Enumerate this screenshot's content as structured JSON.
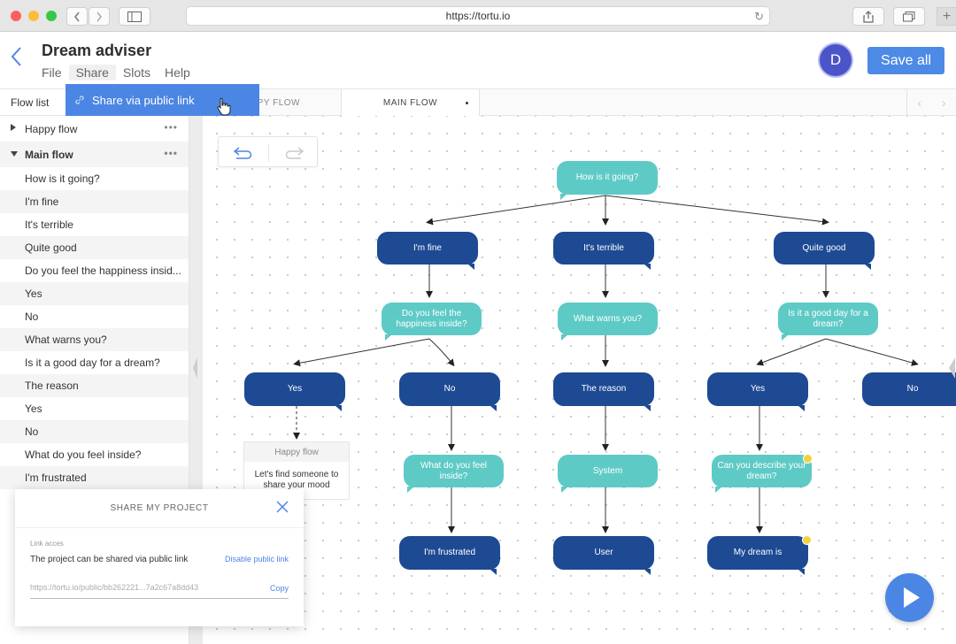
{
  "browser": {
    "url": "https://tortu.io",
    "colors": {
      "close": "#fc605c",
      "minimize": "#fdbc40",
      "maximize": "#34c84a"
    }
  },
  "header": {
    "title": "Dream adviser",
    "menu": {
      "file": "File",
      "share": "Share",
      "slots": "Slots",
      "help": "Help"
    },
    "avatar_letter": "D",
    "save_all": "Save all"
  },
  "share_dropdown": {
    "item": "Share via public link"
  },
  "sidebar": {
    "title": "Flow list",
    "groups": [
      {
        "label": "Happy flow",
        "expanded": false
      },
      {
        "label": "Main flow",
        "expanded": true
      }
    ],
    "items": [
      "How is it going?",
      "I'm fine",
      "It's terrible",
      "Quite good",
      "Do you feel the happiness insid...",
      "Yes",
      "No",
      "What warns you?",
      "Is it a good day for a dream?",
      "The reason",
      "Yes",
      "No",
      "What do you feel inside?",
      "I'm frustrated"
    ]
  },
  "tabs": {
    "happy_flow": "PPY FLOW",
    "main_flow": "MAIN FLOW"
  },
  "flow": {
    "nodes": {
      "how": "How is it going?",
      "fine": "I'm fine",
      "terrible": "It's terrible",
      "quite": "Quite good",
      "happiness": "Do you feel the happiness inside?",
      "warns": "What warns you?",
      "goodday": "Is it a good day for a dream?",
      "yes1": "Yes",
      "no1": "No",
      "reason": "The reason",
      "yes2": "Yes",
      "no2": "No",
      "feel": "What do you feel inside?",
      "system": "System",
      "describe": "Can you describe your dream?",
      "frustrated": "I'm frustrated",
      "user": "User",
      "mydream": "My dream is"
    },
    "happy_card": {
      "header": "Happy flow",
      "body": "Let's find someone to share your mood"
    },
    "colors": {
      "question": "#5ecac6",
      "answer": "#1d4a93",
      "marker": "#f3d23f"
    }
  },
  "share_modal": {
    "title": "SHARE MY PROJECT",
    "section_label": "Link acces",
    "description": "The project can be shared via public link",
    "disable": "Disable public link",
    "url": "https://tortu.io/public/bb262221...7a2c67a8dd43",
    "copy": "Copy"
  }
}
